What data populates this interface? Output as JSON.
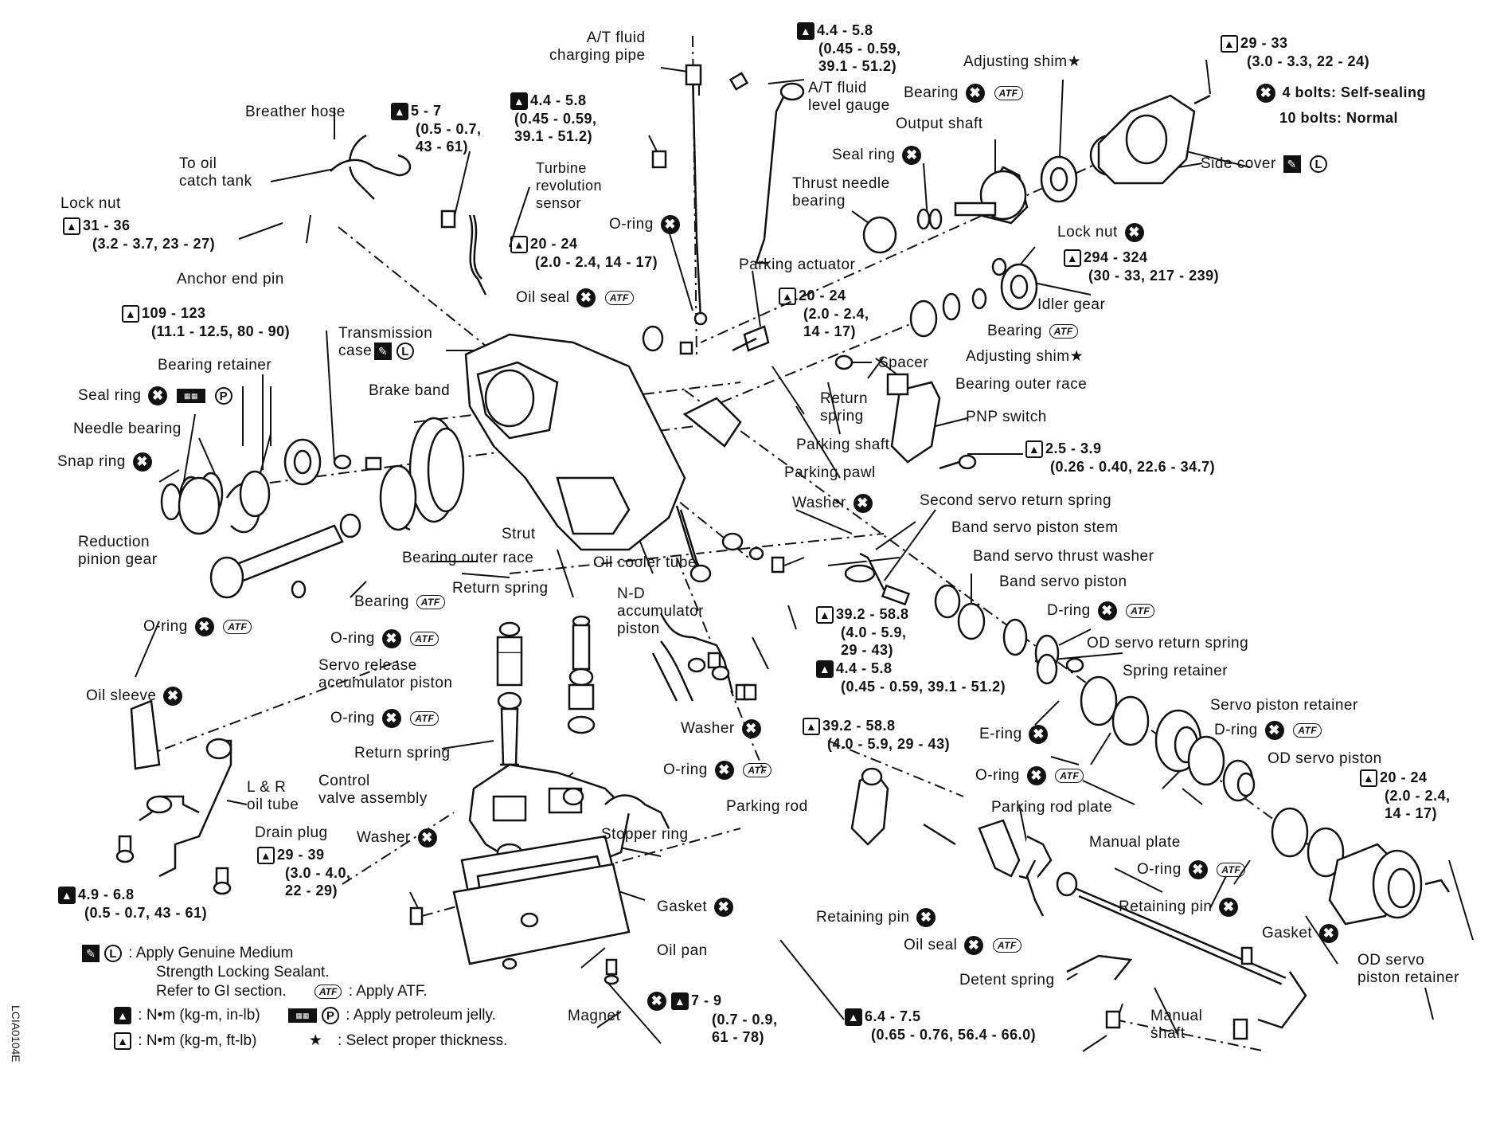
{
  "labels": {
    "at_fluid_charging_pipe": [
      "A/T fluid",
      "charging pipe"
    ],
    "torque_44_top": [
      "4.4 - 5.8",
      "(0.45 - 0.59,",
      "39.1 - 51.2)"
    ],
    "at_fluid_level_gauge": [
      "A/T fluid",
      "level gauge"
    ],
    "adjusting_shim_top": "Adjusting shim",
    "torque_29_33": [
      "29 - 33",
      "(3.0 - 3.3, 22 - 24)"
    ],
    "four_bolts": "4 bolts: Self-sealing",
    "ten_bolts": "10 bolts: Normal",
    "bearing_top": "Bearing",
    "output_shaft": "Output shaft",
    "breather_hose": "Breather hose",
    "torque_5_7": [
      "5 - 7",
      "(0.5 - 0.7,",
      "43 - 61)"
    ],
    "torque_44_mid": [
      "4.4 - 5.8",
      "(0.45 - 0.59,",
      "39.1 - 51.2)"
    ],
    "to_oil_catch_tank": [
      "To oil",
      "catch tank"
    ],
    "turbine_sensor": [
      "Turbine",
      "revolution",
      "sensor"
    ],
    "seal_ring_top": "Seal ring",
    "side_cover": "Side cover",
    "thrust_needle_bearing": [
      "Thrust needle",
      "bearing"
    ],
    "lock_nut_left": "Lock nut",
    "torque_31_36": [
      "31 - 36",
      "(3.2 - 3.7, 23 - 27)"
    ],
    "o_ring_top": "O-ring",
    "torque_20_24_a": [
      "20 - 24",
      "(2.0 - 2.4, 14 - 17)"
    ],
    "lock_nut_right": "Lock nut",
    "torque_294": [
      "294 - 324",
      "(30 - 33, 217 - 239)"
    ],
    "anchor_end_pin": "Anchor end pin",
    "parking_actuator": "Parking actuator",
    "oil_seal_top": "Oil seal",
    "torque_20_24_b": [
      "20 - 24",
      "(2.0 - 2.4,",
      "14 - 17)"
    ],
    "idler_gear": "Idler gear",
    "torque_109": [
      "109 - 123",
      "(11.1 - 12.5, 80 - 90)"
    ],
    "bearing_right": "Bearing",
    "transmission_case": [
      "Transmission",
      "case"
    ],
    "adjusting_shim_right": "Adjusting shim",
    "spacer": "Spacer",
    "bearing_retainer": "Bearing retainer",
    "bearing_outer_race_right": "Bearing outer race",
    "seal_ring_left": "Seal ring",
    "brake_band": "Brake band",
    "return_spring_top": [
      "Return",
      "spring"
    ],
    "pnp_switch": "PNP switch",
    "needle_bearing": "Needle bearing",
    "parking_shaft": "Parking shaft",
    "torque_25_39": [
      "2.5 - 3.9",
      "(0.26 - 0.40, 22.6 - 34.7)"
    ],
    "snap_ring": "Snap ring",
    "parking_pawl": "Parking pawl",
    "washer_top": "Washer",
    "second_servo_return_spring": "Second servo return spring",
    "strut": "Strut",
    "band_servo_piston_stem": "Band servo piston stem",
    "reduction_pinion_gear": [
      "Reduction",
      "pinion gear"
    ],
    "bearing_outer_race_left": "Bearing outer race",
    "oil_cooler_tube": "Oil cooler tube",
    "band_servo_thrust_washer": "Band servo thrust washer",
    "return_spring_mid": "Return spring",
    "nd_accumulator_piston": [
      "N-D",
      "accumulator",
      "piston"
    ],
    "band_servo_piston": "Band servo piston",
    "bearing_left": "Bearing",
    "torque_392_a": [
      "39.2 - 58.8",
      "(4.0 - 5.9,",
      "29 - 43)"
    ],
    "d_ring_top": "D-ring",
    "o_ring_left": "O-ring",
    "o_ring_mid1": "O-ring",
    "od_servo_return_spring": "OD servo return spring",
    "servo_release_acc": [
      "Servo release",
      "accumulator piston"
    ],
    "torque_44_low": [
      "4.4 - 5.8",
      "(0.45 - 0.59, 39.1 - 51.2)"
    ],
    "spring_retainer": "Spring retainer",
    "oil_sleeve": "Oil sleeve",
    "o_ring_mid2": "O-ring",
    "servo_piston_retainer": "Servo piston retainer",
    "washer_mid": "Washer",
    "torque_392_b": [
      "39.2 - 58.8",
      "(4.0 - 5.9, 29 - 43)"
    ],
    "e_ring": "E-ring",
    "d_ring_right": "D-ring",
    "return_spring_low": "Return spring",
    "od_servo_piston": "OD servo piston",
    "o_ring_cv": "O-ring",
    "o_ring_right": "O-ring",
    "torque_20_24_c": [
      "20 - 24",
      "(2.0 - 2.4,",
      "14 - 17)"
    ],
    "l_r_oil_tube": [
      "L & R",
      "oil tube"
    ],
    "control_valve": [
      "Control",
      "valve assembly"
    ],
    "parking_rod": "Parking rod",
    "parking_rod_plate": "Parking rod plate",
    "drain_plug": "Drain plug",
    "stopper_ring": "Stopper ring",
    "washer_low": "Washer",
    "torque_29_39": [
      "29 - 39",
      "(3.0 - 4.0,",
      "22 - 29)"
    ],
    "manual_plate": "Manual plate",
    "o_ring_far": "O-ring",
    "torque_49_68": [
      "4.9 - 6.8",
      "(0.5 - 0.7, 43 - 61)"
    ],
    "gasket_mid": "Gasket",
    "retaining_pin_left": "Retaining pin",
    "retaining_pin_right": "Retaining pin",
    "gasket_right": "Gasket",
    "oil_pan": "Oil pan",
    "oil_seal_low": "Oil seal",
    "od_servo_piston_retainer": [
      "OD servo",
      "piston retainer"
    ],
    "detent_spring": "Detent spring",
    "magnet": "Magnet",
    "torque_7_9": [
      "7 - 9",
      "(0.7 - 0.9,",
      "61 - 78)"
    ],
    "torque_64_75": [
      "6.4 - 7.5",
      "(0.65 - 0.76, 56.4 - 66.0)"
    ],
    "manual_shaft": [
      "Manual",
      "shaft"
    ]
  },
  "legend": {
    "sealant_lines": [
      ": Apply Genuine Medium",
      "Strength Locking Sealant.",
      "Refer to GI section."
    ],
    "atf": ": Apply ATF.",
    "nm_kgm_inlb": ": N•m (kg-m, in-lb)",
    "jelly": ": Apply petroleum jelly.",
    "nm_kgm_ftlb": ": N•m (kg-m, ft-lb)",
    "star": ": Select proper thickness."
  },
  "glyphs": {
    "atf": "ATF",
    "letter_l": "L",
    "letter_p": "P",
    "x": "✖",
    "star": "★"
  },
  "figure_id": "LCIA0104E"
}
